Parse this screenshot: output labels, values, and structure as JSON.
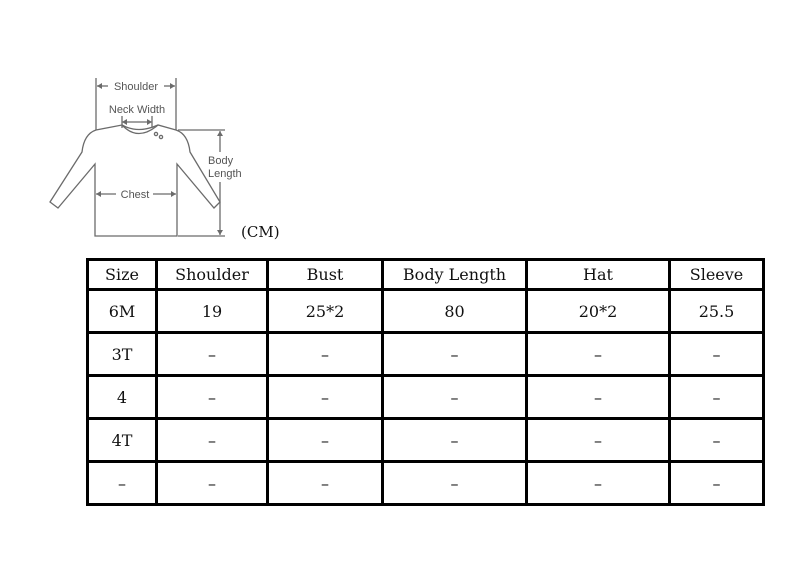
{
  "diagram": {
    "labels": {
      "shoulder": "Shoulder",
      "neck_width": "Neck Width",
      "body_length_line1": "Body",
      "body_length_line2": "Length",
      "chest": "Chest"
    },
    "line_color": "#6b6b6b",
    "label_color": "#555555"
  },
  "unit": "(CM)",
  "table": {
    "headers": [
      "Size",
      "Shoulder",
      "Bust",
      "Body Length",
      "Hat",
      "Sleeve"
    ],
    "rows": [
      [
        "6M",
        "19",
        "25*2",
        "80",
        "20*2",
        "25.5"
      ],
      [
        "3T",
        "–",
        "–",
        "–",
        "–",
        "–"
      ],
      [
        "4",
        "–",
        "–",
        "–",
        "–",
        "–"
      ],
      [
        "4T",
        "–",
        "–",
        "–",
        "–",
        "–"
      ],
      [
        "–",
        "–",
        "–",
        "–",
        "–",
        "–"
      ]
    ]
  }
}
